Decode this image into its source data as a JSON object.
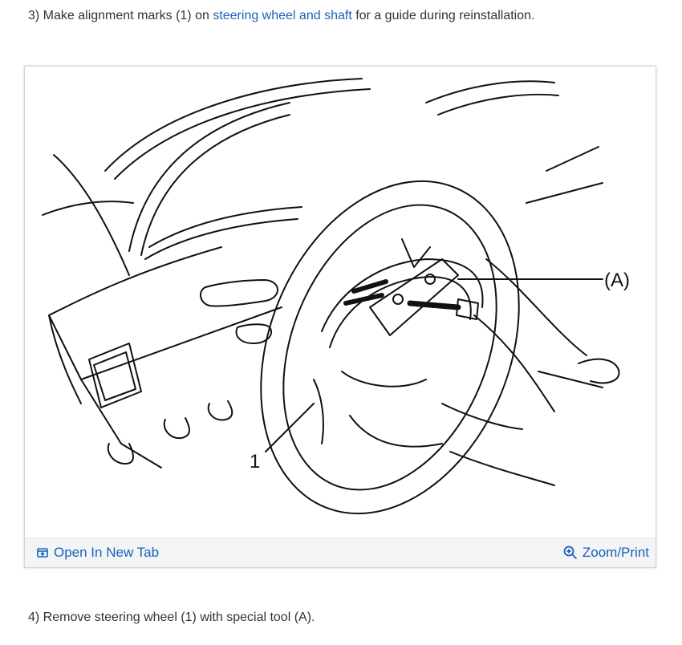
{
  "step3": {
    "before": "3) Make alignment marks (1) on ",
    "link": "steering wheel and shaft",
    "after": " for a guide during reinstallation."
  },
  "figure": {
    "callout_a": "(A)",
    "callout_1": "1"
  },
  "toolbar": {
    "open_tab_label": "Open In New Tab",
    "zoom_label": "Zoom/Print",
    "open_tab_icon": "open-in-new-tab-icon",
    "zoom_icon": "zoom-magnifier-icon"
  },
  "step4": {
    "text": "4) Remove steering wheel (1) with special tool (A)."
  },
  "colors": {
    "link": "#1a62b7",
    "text": "#333333",
    "toolbar_bg": "#f3f4f6"
  }
}
